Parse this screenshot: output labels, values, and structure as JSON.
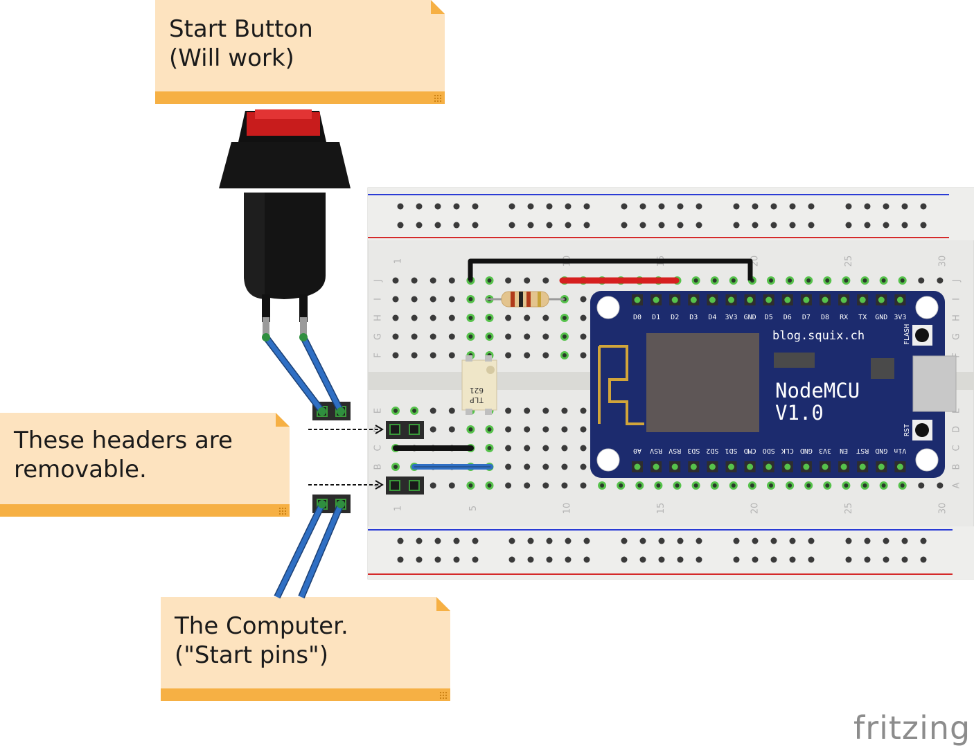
{
  "notes": {
    "start_button": {
      "line1": "Start Button",
      "line2": "(Will work)"
    },
    "headers": {
      "line1": "These headers are",
      "line2": "removable."
    },
    "computer": {
      "line1": "The Computer.",
      "line2": "(\"Start pins\")"
    }
  },
  "breadboard": {
    "row_letters": [
      "J",
      "I",
      "H",
      "G",
      "F",
      "E",
      "D",
      "C",
      "B",
      "A"
    ],
    "column_numbers": [
      "1",
      "5",
      "10",
      "15",
      "20",
      "25",
      "30"
    ],
    "colors": {
      "board": "#e9e9e7",
      "rail_red": "#d52a2a",
      "rail_blue": "#2a3bd5",
      "active_hole": "#56c24b"
    }
  },
  "nodemcu": {
    "brand_url": "blog.squix.ch",
    "name_line1": "NodeMCU",
    "name_line2": "V1.0",
    "top_pins": [
      "D0",
      "D1",
      "D2",
      "D3",
      "D4",
      "3V3",
      "GND",
      "D5",
      "D6",
      "D7",
      "D8",
      "RX",
      "TX",
      "GND",
      "3V3"
    ],
    "bottom_pins": [
      "A0",
      "RSV",
      "RSV",
      "SD3",
      "SD2",
      "SD1",
      "CMD",
      "SDO",
      "CLK",
      "GND",
      "3V3",
      "EN",
      "RST",
      "GND",
      "Vin"
    ],
    "flash_label": "FLASH",
    "rst_label": "RST",
    "board_color": "#1c2b6e"
  },
  "optocoupler": {
    "label_line1": "TLP",
    "label_line2": "621"
  },
  "logo": {
    "text": "fritzing"
  },
  "colors": {
    "wire_blue": "#2f6fc4",
    "wire_red": "#d61f1f",
    "wire_black": "#111111",
    "note_bg": "#fde3bf",
    "note_bar": "#f6b044"
  }
}
